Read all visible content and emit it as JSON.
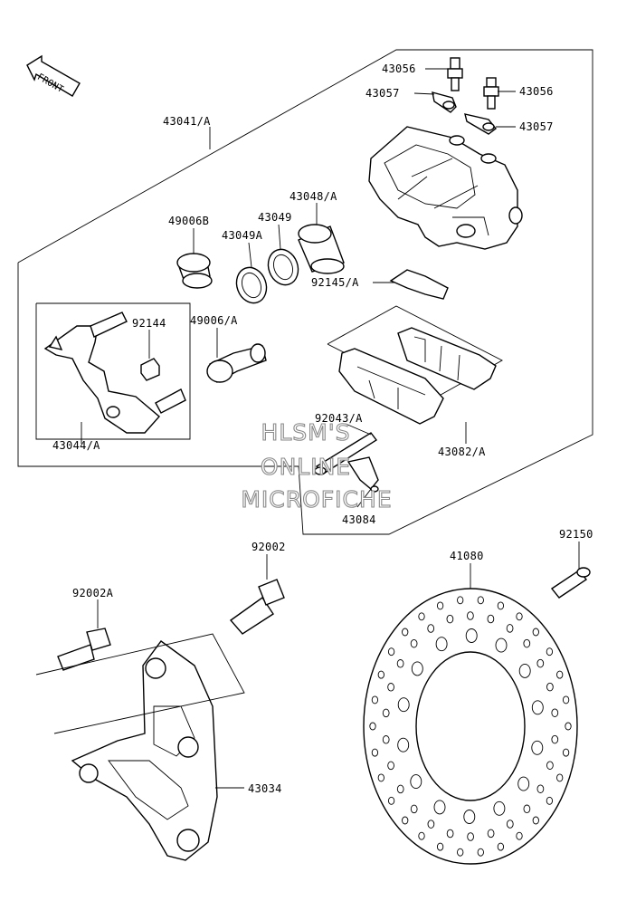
{
  "orientation": {
    "front_label": "FRONT"
  },
  "watermark": {
    "line1": "HLSM'S",
    "line2": "ONLINE",
    "line3": "MICROFICHE"
  },
  "parts": {
    "bleed_valve_a": "43056",
    "bleed_valve_b": "43056",
    "bleed_cap_a": "43057",
    "bleed_cap_b": "43057",
    "caliper_assy": "43041/A",
    "piston": "43048/A",
    "piston_seal": "43049",
    "dust_seal": "43049A",
    "boot_b": "49006B",
    "boot_a": "49006/A",
    "anti_rattle_spring": "92145/A",
    "pad_spring": "92144",
    "caliper_bracket": "43044/A",
    "pad_pin": "92043/A",
    "pad_set": "43082/A",
    "clip": "43084",
    "bolt_upper": "92002",
    "bolt_lower": "92002A",
    "disc_bolt": "92150",
    "disc": "41080",
    "holder": "43034"
  }
}
